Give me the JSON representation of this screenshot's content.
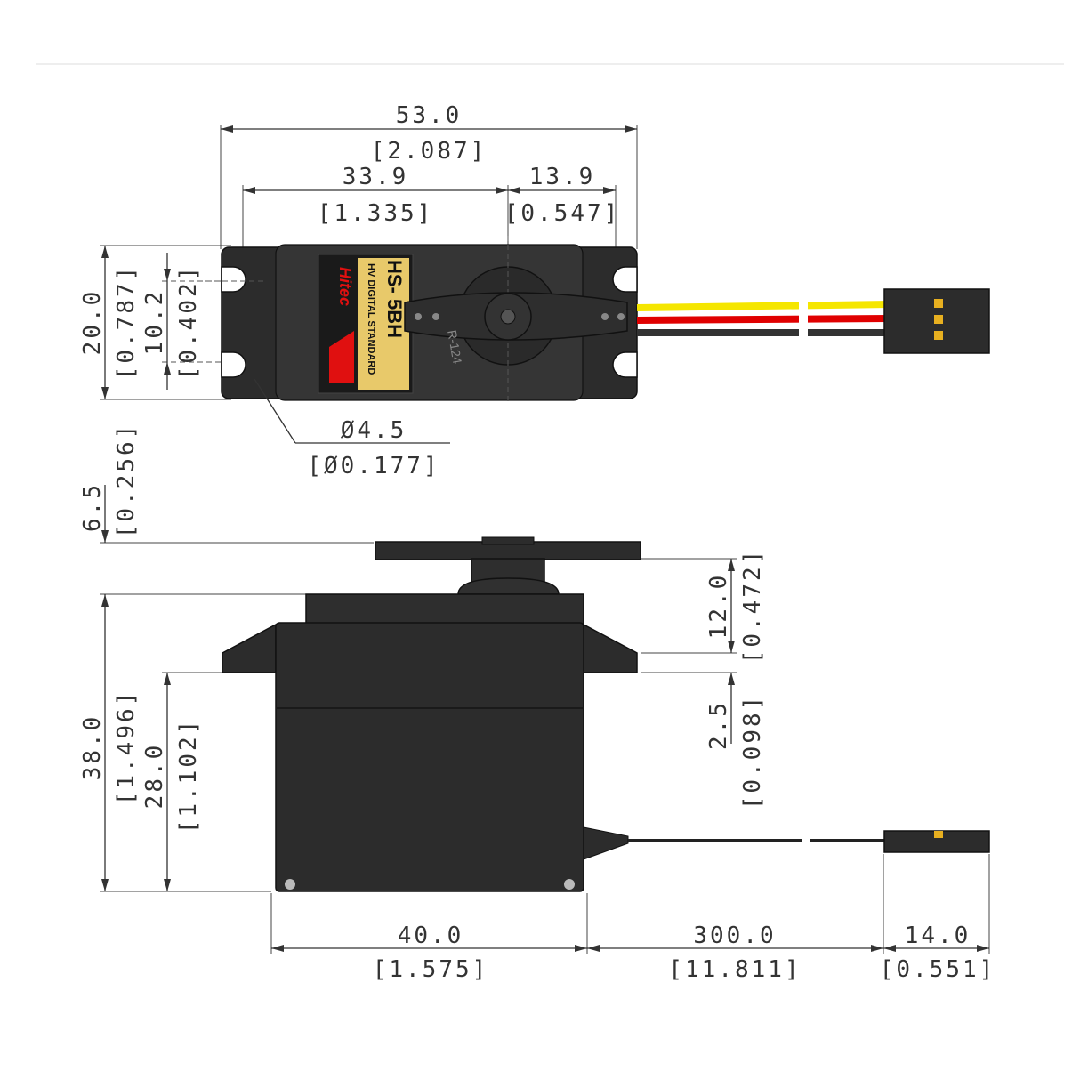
{
  "top_view": {
    "overall_length": "53.0",
    "overall_length_in": "[2.087]",
    "hole_to_shaft": "33.9",
    "hole_to_shaft_in": "[1.335]",
    "shaft_to_hole": "13.9",
    "shaft_to_hole_in": "[0.547]",
    "width": "20.0",
    "width_in": "[0.787]",
    "hole_spacing": "10.2",
    "hole_spacing_in": "[0.402]",
    "hole_diameter": "Ø4.5",
    "hole_diameter_in": "[Ø0.177]",
    "label_model": "HS-   5BH",
    "label_sub": "HV DIGITAL STANDARD",
    "brand": "Hitec",
    "horn_text": "R-124"
  },
  "side_view": {
    "horn_thickness": "6.5",
    "horn_thickness_in": "[0.256]",
    "height_total": "38.0",
    "height_total_in": "[1.496]",
    "height_to_flange": "28.0",
    "height_to_flange_in": "[1.102]",
    "flange_to_horn": "12.0",
    "flange_to_horn_in": "[0.472]",
    "flange_thickness": "2.5",
    "flange_thickness_in": "[0.098]",
    "body_length": "40.0",
    "body_length_in": "[1.575]",
    "cable_length": "300.0",
    "cable_length_in": "[11.811]",
    "connector_length": "14.0",
    "connector_length_in": "[0.551]"
  },
  "colors": {
    "body": "#2c2c2c",
    "label_bg": "#e8c96a",
    "brand_red": "#e01010",
    "wire_signal": "#f5e600",
    "wire_power": "#e00000",
    "wire_ground": "#333333"
  }
}
